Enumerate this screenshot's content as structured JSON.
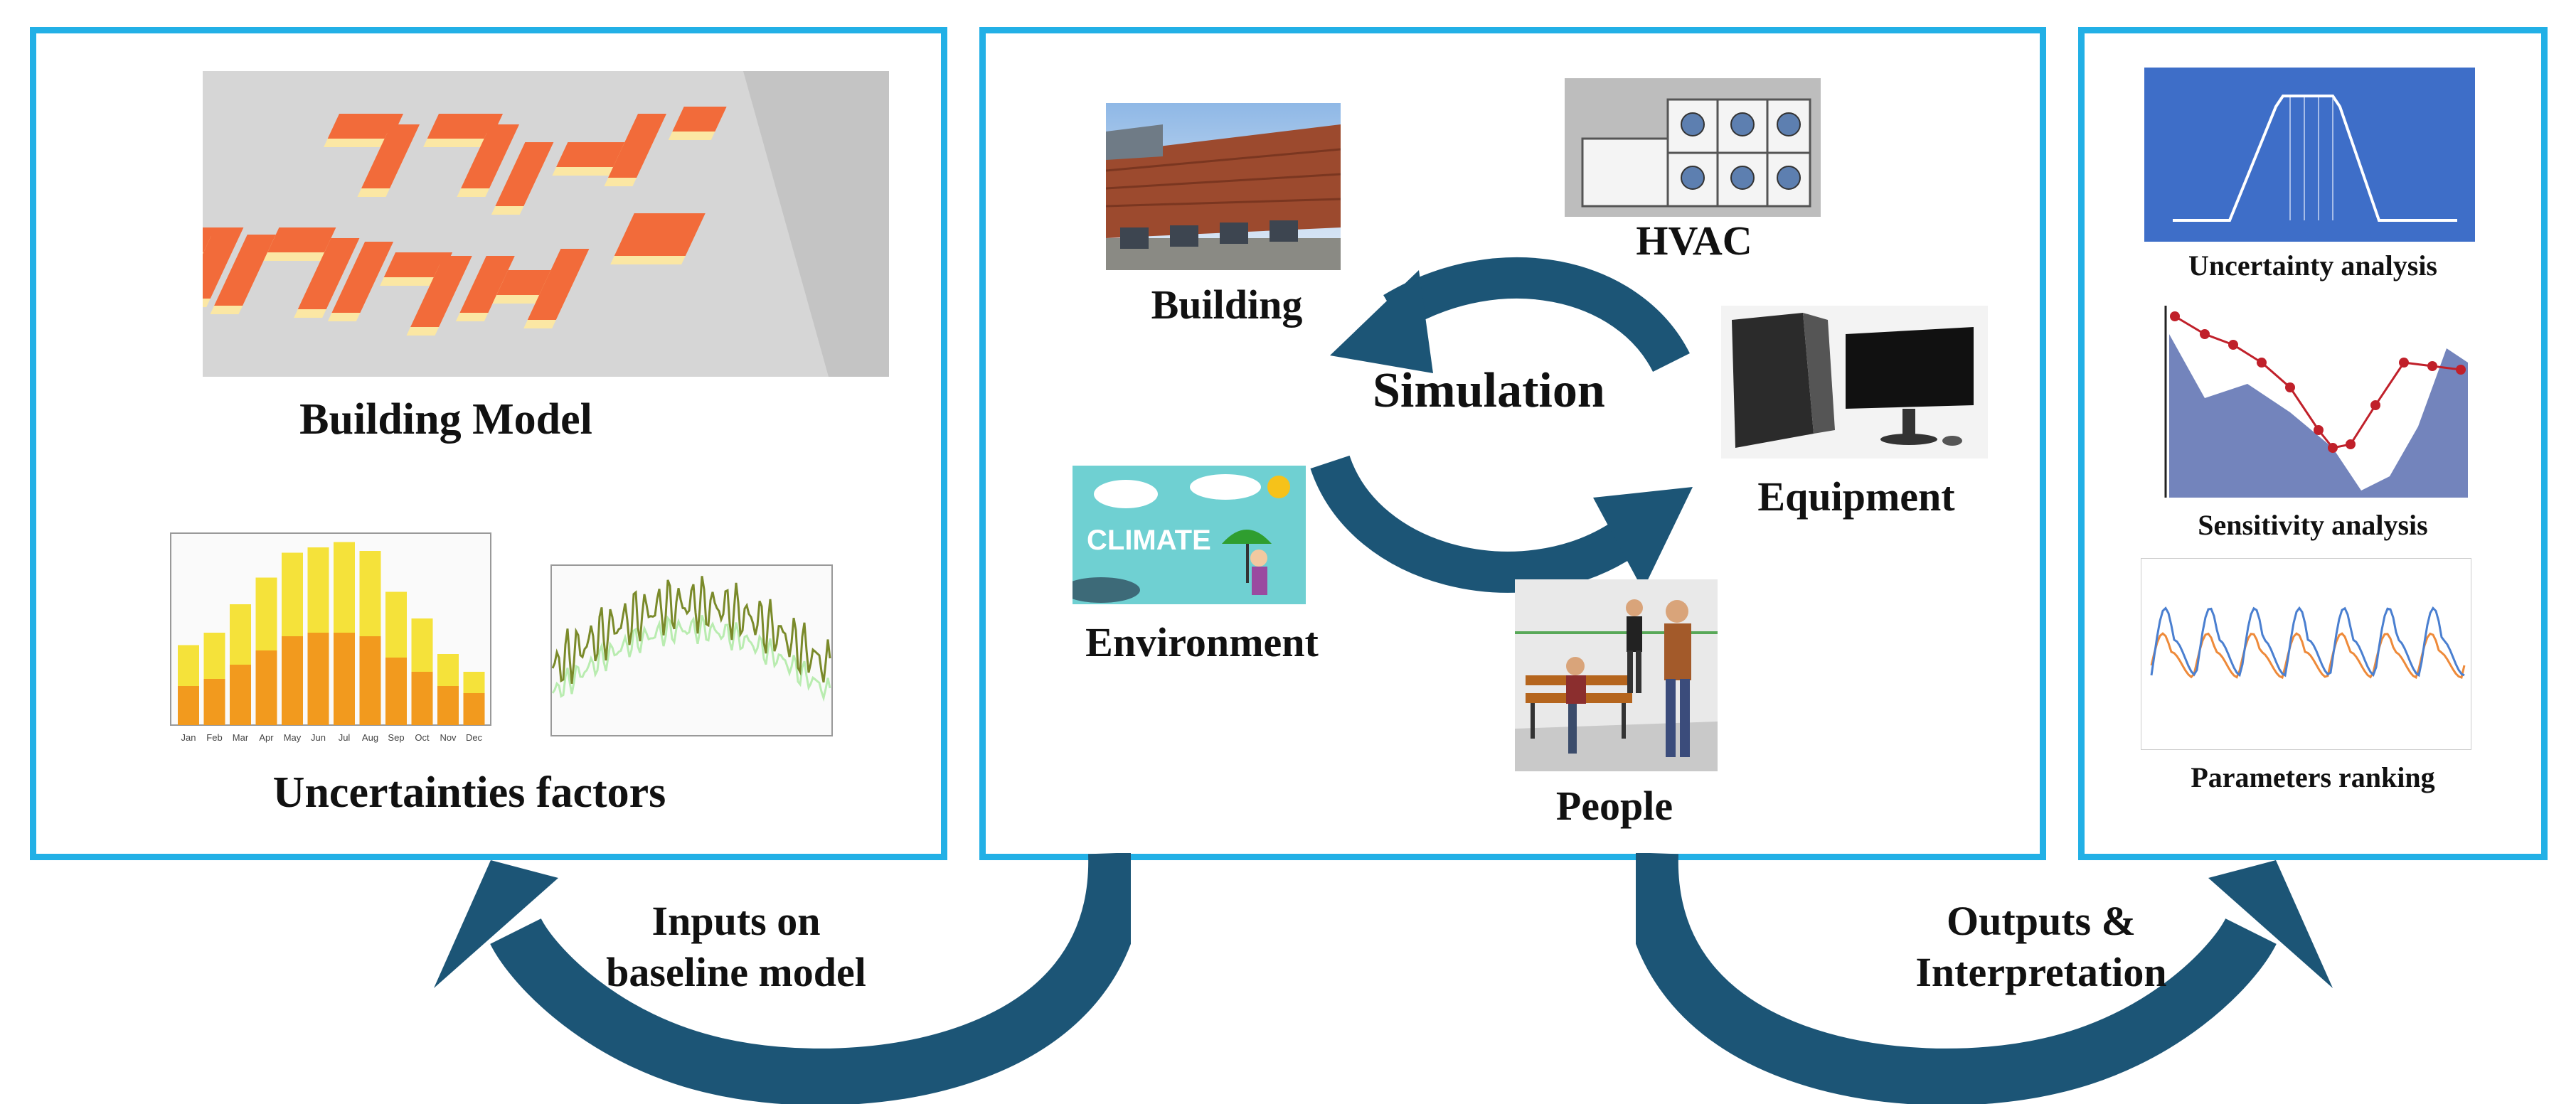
{
  "colors": {
    "panel_border": "#22b0e6",
    "arrow": "#1c5576",
    "roof": "#f26b3a",
    "wall": "#fbe7a4",
    "ground": "#d6d6d6",
    "bar_yellow": "#f5e23a",
    "bar_orange": "#f29a1e",
    "line_olive": "#7a8a2a",
    "line_green": "#b9ecb0",
    "chart_blue": "#3e6ec8",
    "chart_red": "#c0202a",
    "series_orange": "#ee8a3a"
  },
  "left_panel": {
    "building_model_label": "Building Model",
    "uncertainties_label": "Uncertainties factors",
    "month_ticks": [
      "Jan",
      "Feb",
      "Mar",
      "Apr",
      "May",
      "Jun",
      "Jul",
      "Aug",
      "Sep",
      "Oct",
      "Nov",
      "Dec"
    ]
  },
  "center_panel": {
    "simulation_label": "Simulation",
    "building_label": "Building",
    "hvac_label": "HVAC",
    "equipment_label": "Equipment",
    "environment_label": "Environment",
    "people_label": "People",
    "climate_text": "CLIMATE"
  },
  "right_panel": {
    "uncertainty_label": "Uncertainty analysis",
    "sensitivity_label": "Sensitivity analysis",
    "ranking_label": "Parameters ranking"
  },
  "arrows": {
    "inputs_line1": "Inputs on",
    "inputs_line2": "baseline model",
    "outputs_line1": "Outputs &",
    "outputs_line2": "Interpretation"
  },
  "icons": [
    "building-photo",
    "hvac-unit-icon",
    "computer-icon",
    "climate-icon",
    "people-icon",
    "cycle-arrow-icon"
  ]
}
